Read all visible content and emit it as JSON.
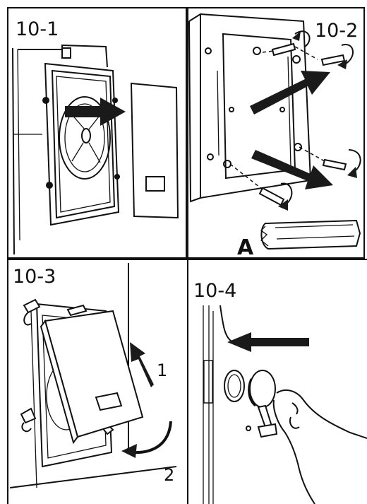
{
  "panels": [
    {
      "id": "10-1",
      "label": "10-1"
    },
    {
      "id": "10-2",
      "label": "10-2",
      "part_label": "A"
    },
    {
      "id": "10-3",
      "label": "10-3",
      "step_labels": [
        "1",
        "2"
      ]
    },
    {
      "id": "10-4",
      "label": "10-4"
    }
  ],
  "colors": {
    "line": "#111111",
    "arrow": "#1a1a1a",
    "background": "#ffffff"
  }
}
